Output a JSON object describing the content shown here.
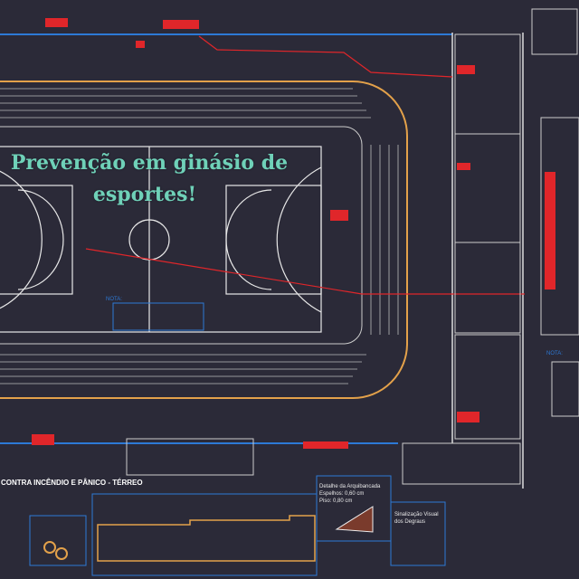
{
  "title_line1": "Prevenção em ginásio de",
  "title_line2": "esportes!",
  "plan_label": "CONTRA INCÊNDIO E PÂNICO - TÉRREO",
  "nota_court": "NOTA:",
  "nota_right": "NOTA:",
  "detail": {
    "title": "Detalhe da Arquibancada",
    "line1": "Espelhos: 0,60 cm",
    "line2": "Piso: 0,80 cm"
  },
  "signage": {
    "title": "Sinalização Visual",
    "line2": "dos Degraus"
  },
  "colors": {
    "background": "#2b2a38",
    "title": "#6fd1b8",
    "red": "#e0262a",
    "orange": "#e3a14a",
    "blue": "#2d79d6"
  }
}
